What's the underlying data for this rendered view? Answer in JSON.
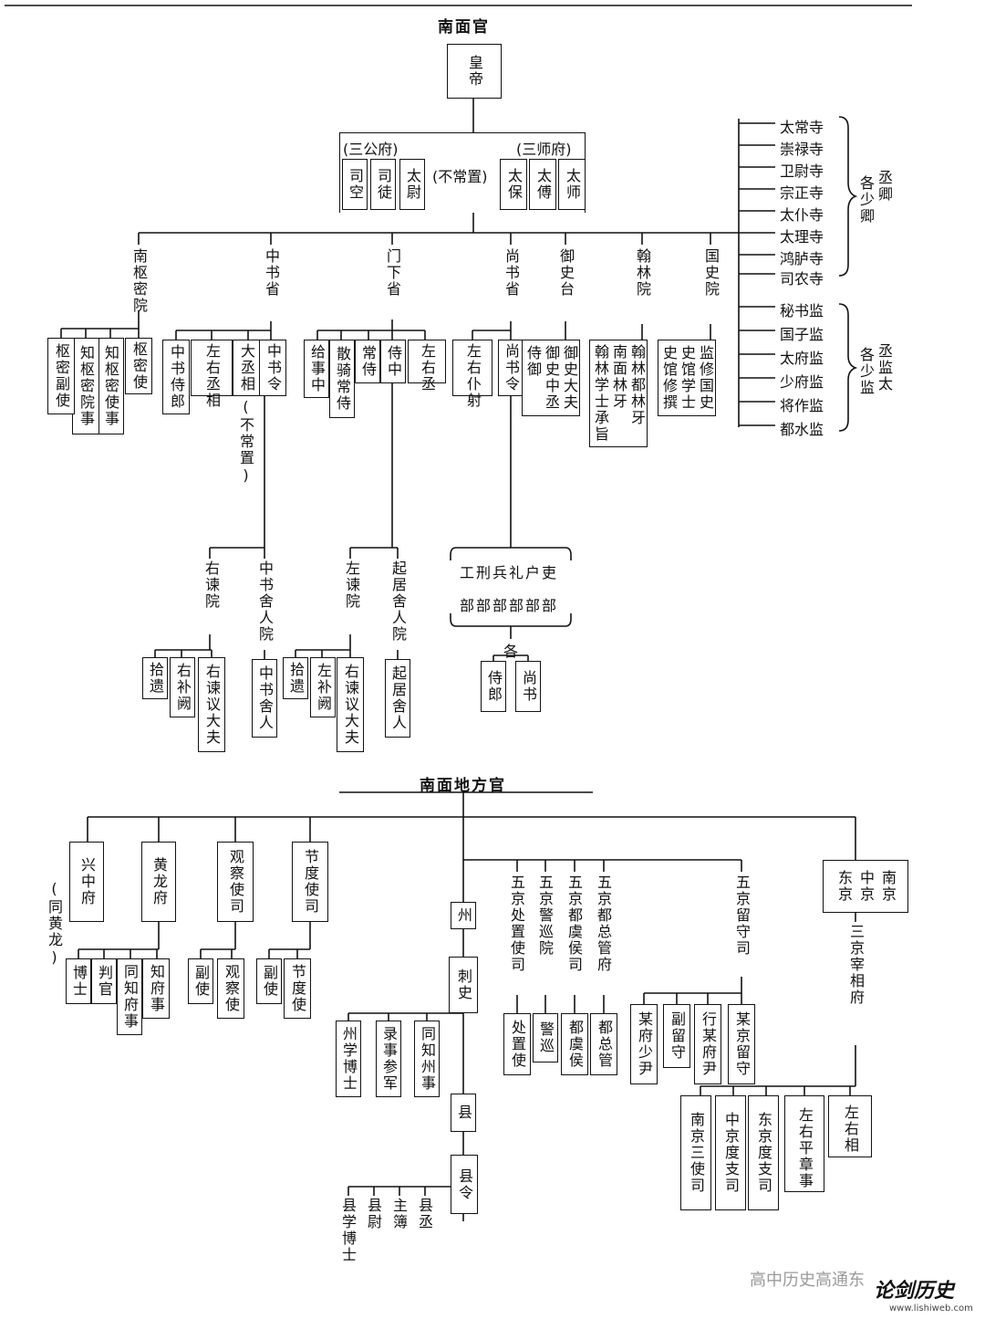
{
  "titles": {
    "south_officials": "南面官",
    "south_local_officials": "南面地方官"
  },
  "central": {
    "emperor": "皇帝",
    "three_dukes_group": "(三公府)",
    "three_teachers_group": "(三师府)",
    "not_constant": "(不常置)",
    "sikong": "司空",
    "situ": "司徒",
    "taiwei": "太尉",
    "taibao": "太保",
    "taifu": "太傅",
    "taishi": "太师",
    "temples": [
      "太常寺",
      "崇禄寺",
      "卫尉寺",
      "宗正寺",
      "太仆寺",
      "太理寺",
      "鸿胪寺",
      "司农寺"
    ],
    "temples_officials": "各少卿",
    "temples_officials_extra": "丞卿",
    "directorates": [
      "秘书监",
      "国子监",
      "太府监",
      "少府监",
      "将作监",
      "都水监"
    ],
    "directorates_officials": "各少监",
    "directorates_officials_extra": "丞监太",
    "nanshumi": "南枢密院",
    "shumi_shi": "枢密使",
    "zhi_shumi_shishi": "知枢密使事",
    "zhi_shumi_yuanshi": "知枢密院事",
    "shumi_fushi": "枢密副使",
    "zhongshu": "中书省",
    "zhongshu_ling": "中书令",
    "da_chengxiang": "大丞相",
    "not_constant_v": "(不常置)",
    "zuoyou_chengxiang": "左右丞相",
    "zhongshu_shilang": "中书侍郎",
    "menxia": "门下省",
    "shizhong": "侍中",
    "zuoyou_cheng": "左右丞",
    "changshi": "常侍",
    "sanqi_changshi": "散骑常侍",
    "jishizhong": "给事中",
    "shangshu": "尚书省",
    "shangshu_ling": "尚书令",
    "zuoyou_pushe": "左右仆射",
    "yushi": "御史台",
    "yushi_dafu": "御史大夫",
    "yushi_zhongcheng": "御史中丞",
    "shiyu": "侍御",
    "hanlin": "翰林院",
    "hanlin_duliya": "翰林都林牙",
    "nanmian_linya": "南面林牙",
    "hanlin_xueshi": "翰林学士承旨",
    "guoshi": "国史院",
    "jianxiu_guoshi": "监修国史",
    "shiguan_xueshi": "史馆学士",
    "shiguan_xiuzhuan": "史馆修撰",
    "you_jianyuan": "右谏院",
    "shiyi": "拾遗",
    "you_buque": "右补阙",
    "you_jianyi_dafu": "右谏议大夫",
    "zhongshu_sheren_yuan": "中书舍人院",
    "zhongshu_sheren": "中书舍人",
    "zuo_jianyuan": "左谏院",
    "shiyi2": "拾遗",
    "zuo_buque": "左补阙",
    "you_jianyi_dafu2": "右谏议大夫",
    "qiju_sheren_yuan": "起居舍人院",
    "qiju_sheren": "起居舍人",
    "six_ministries_top": "工刑兵礼户吏",
    "six_ministries_bottom": "部部部部部部",
    "ge": "各",
    "shilang": "侍郎",
    "shangshu_off": "尚书"
  },
  "local": {
    "xingzhong": "兴中府",
    "tong_huanglong": "(同黄龙)",
    "huanglong": "黄龙府",
    "guancha": "观察使司",
    "jiedu": "节度使司",
    "boshi": "博士",
    "panguan": "判官",
    "tongzhi_fushi": "同知府事",
    "zhi_fushi": "知府事",
    "fushi1": "副使",
    "guancha_shi": "观察使",
    "fushi2": "副使",
    "jiedu_shi": "节度使",
    "zhou": "州",
    "cishi": "刺史",
    "zhouxue_boshi": "州学博士",
    "lushi_canjun": "录事参军",
    "tongzhi_zhoushi": "同知州事",
    "xian": "县",
    "xianling": "县令",
    "xianxue_boshi": "县学博士",
    "xianwei": "县尉",
    "zhubu": "主簿",
    "xiancheng": "县丞",
    "chuzhi_si": "五京处置使司",
    "jingxun_yuan": "五京警巡院",
    "duyuhou_si": "五京都虞侯司",
    "duzongguan_fu": "五京都总管府",
    "chuzhi_shi": "处置使",
    "jingxun": "警巡",
    "duyuhou": "都虞侯",
    "duzongguan": "都总管",
    "liushou_si": "五京留守司",
    "mou_fu_shaoyin": "某府少尹",
    "fu_liushou": "副留守",
    "xing_mou_fuyin": "行某府尹",
    "mou_jing_liushou": "某京留守",
    "nanjing": "南京",
    "zhongjing": "中京",
    "dongjing": "东京",
    "sanjing_zaixiang": "三京宰相府",
    "nanjing_sanshi": "南京三使司",
    "zhongjing_duzhi": "中京度支司",
    "dongjing_duzhi": "东京度支司",
    "zuoyou_pingzhang": "左右平章事",
    "zuoyou_xiang": "左右相"
  },
  "footer": {
    "watermark": "高中历史高通东",
    "logo": "论剑历史",
    "url": "www.lishiweb.com"
  }
}
